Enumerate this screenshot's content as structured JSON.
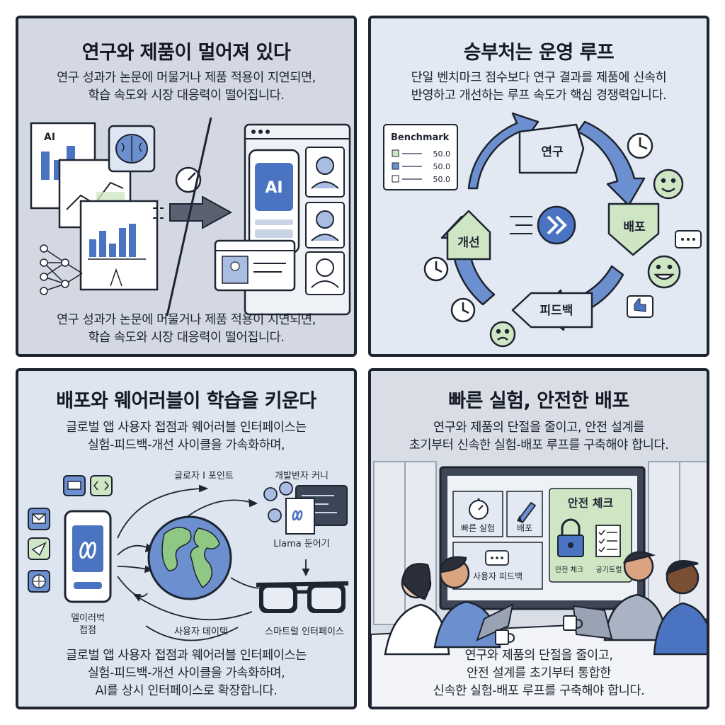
{
  "panel1": {
    "title": "연구와 제품이 멀어져 있다",
    "desc": [
      "연구 성과가 논문에 머물거나 제품 적용이 지연되면,",
      "학습 속도와 시장 대응력이 떨어집니다."
    ],
    "caption": [
      "연구 성과가 논문에 머물거나 제품 적용이 지연되면,",
      "학습 속도와 시장 대응력이 떨어집니다."
    ],
    "doc_label": "AI",
    "phone_label": "AI"
  },
  "panel2": {
    "title": "승부처는 운영 루프",
    "desc": [
      "단일 벤치마크 점수보다 연구 결과를 제품에 신속히",
      "반영하고 개선하는 루프 속도가 핵심 경쟁력입니다."
    ],
    "benchmark": {
      "title": "Benchmark",
      "rows": [
        "50.0",
        "50.0",
        "50.0"
      ]
    },
    "loop": [
      "연구",
      "배포",
      "피드백",
      "개선"
    ]
  },
  "panel3": {
    "title": "배포와 웨어러블이 학습을 키운다",
    "desc": [
      "글로벌 앱 사용자 접점과 웨어러블 인터페이스는",
      "실험-피드백-개선 사이클을 가속화하며,"
    ],
    "caption": [
      "글로벌 앱 사용자 접점과 웨어러블 인터페이스는",
      "실험-피드백-개선 사이클을 가속화하며,",
      "AI를 상시 인터페이스로 확장합니다."
    ],
    "labels": {
      "global_touch": "글로자 I 포인트",
      "dev_community": "개발반자 커니",
      "llama": "Llama 둔어기",
      "device_touch_1": "델이러벅",
      "device_touch_2": "접점",
      "user_data": "사용자 데이택",
      "smart_interface": "스마트럴 인터페이스"
    }
  },
  "panel4": {
    "title": "빠른 실험, 안전한 배포",
    "desc": [
      "연구와 제품의 단절을 줄이고, 안전 설계를",
      "초기부터 신속한 실험-배포 루프를 구축해야 합니다."
    ],
    "caption": [
      "연구와 제품의 단절을 줄이고,",
      "안전 설계를 초기부터 통합한",
      "신속한 실험-배포 루프를 구축해야 합니다."
    ],
    "screen": {
      "fast_exp": "빠른 실험",
      "deploy": "배포",
      "user_feedback": "사용자 피드백",
      "safety_title": "안전 체크",
      "safety_check": "안전 체크",
      "disclosure": "공기토럴"
    }
  },
  "colors": {
    "accent": "#4a74c2",
    "green": "#cfe6c4",
    "frame": "#1e2430"
  }
}
